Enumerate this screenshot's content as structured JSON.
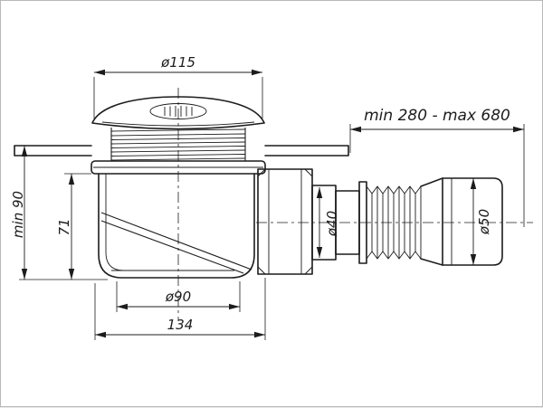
{
  "drawing": {
    "colors": {
      "ink": "#1c1c1c",
      "background": "#ffffff",
      "frame": "#b8b8b8"
    },
    "dims": {
      "cap_diameter": "ø115",
      "hose_length_range": "min 280 - max 680",
      "installation_height": "min 90",
      "body_height": "71",
      "outlet_diameter": "ø40",
      "end_diameter": "ø50",
      "sump_diameter": "ø90",
      "overall_width": "134"
    }
  }
}
